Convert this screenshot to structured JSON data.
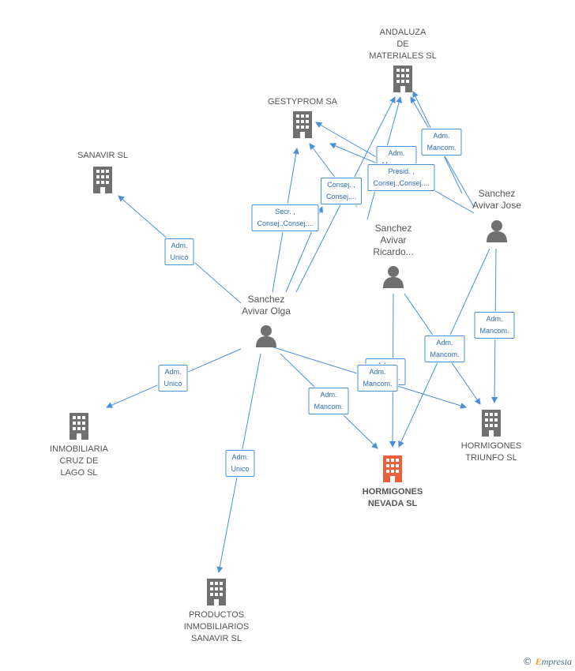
{
  "colors": {
    "edge": "#4a90d9",
    "node": "#707070",
    "focus_node": "#e8603c",
    "edge_text": "#2f6db5"
  },
  "nodes": {
    "andaluza": {
      "label": "ANDALUZA\nDE\nMATERIALES SL",
      "kind": "company"
    },
    "gestyprom": {
      "label": "GESTYPROM SA",
      "kind": "company"
    },
    "sanavir": {
      "label": "SANAVIR SL",
      "kind": "company"
    },
    "inmobiliaria": {
      "label": "INMOBILIARIA\nCRUZ DE\nLAGO SL",
      "kind": "company"
    },
    "hormigones_nevada": {
      "label": "HORMIGONES\nNEVADA SL",
      "kind": "company-focus"
    },
    "hormigones_triunfo": {
      "label": "HORMIGONES\nTRIUNFO SL",
      "kind": "company"
    },
    "productos": {
      "label": "PRODUCTOS\nINMOBILIARIOS\nSANAVIR SL",
      "kind": "company"
    },
    "olga": {
      "label": "Sanchez\nAvivar Olga",
      "kind": "person"
    },
    "ricardo": {
      "label": "Sanchez\nAvivar\nRicardo...",
      "kind": "person"
    },
    "jose": {
      "label": "Sanchez\nAvivar Jose",
      "kind": "person"
    }
  },
  "edge_labels": {
    "olga_sanavir": "Adm.\nUnico",
    "olga_gestyprom": "Secr. ,\nConsej.,Consej....",
    "olga_andaluza": "Consej. ,\nConsej....",
    "olga_inmobiliaria": "Adm.\nUnico",
    "olga_productos": "Adm.\nUnico",
    "olga_nevada": "Adm.\nMancom.",
    "olga_triunfo": "Adm.\nMancom.",
    "ricardo_andaluza": "Adm.\nMancom.",
    "ricardo_gestyprom": "Presid. ,\nConsej.,Consej....",
    "jose_andaluza": "Adm.\nMancom.",
    "jose_triunfo": "Adm.\nMancom.",
    "jose_nevada": "Adm.\nMancom.",
    "ricardo_nevada": "Adm.\nMancom."
  },
  "brand": {
    "copyright": "©",
    "name_first": "E",
    "name_rest": "mpresia"
  }
}
